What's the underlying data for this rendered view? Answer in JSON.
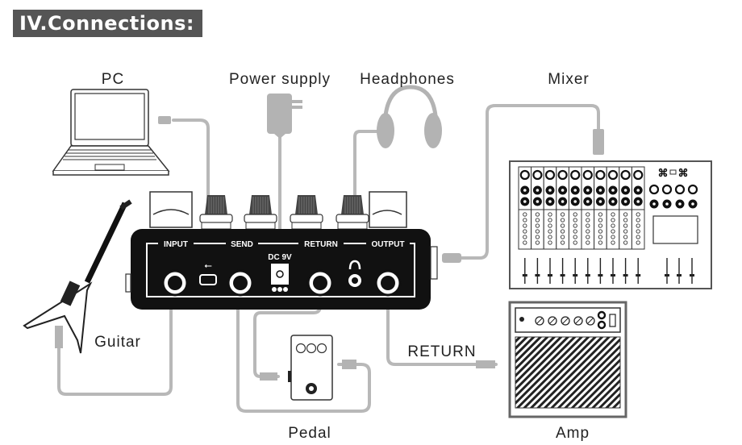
{
  "section_title": "IV.Connections:",
  "labels": {
    "pc": "PC",
    "power_supply": "Power supply",
    "headphones": "Headphones",
    "mixer": "Mixer",
    "guitar": "Guitar",
    "return": "RETURN",
    "pedal": "Pedal",
    "amp": "Amp"
  },
  "device_panel": {
    "input": "INPUT",
    "send": "SEND",
    "return": "RETURN",
    "output": "OUTPUT",
    "dc": "DC 9V"
  },
  "colors": {
    "cable": "#b8b8b8",
    "heading_bg": "#555555",
    "device_body": "#111111"
  }
}
